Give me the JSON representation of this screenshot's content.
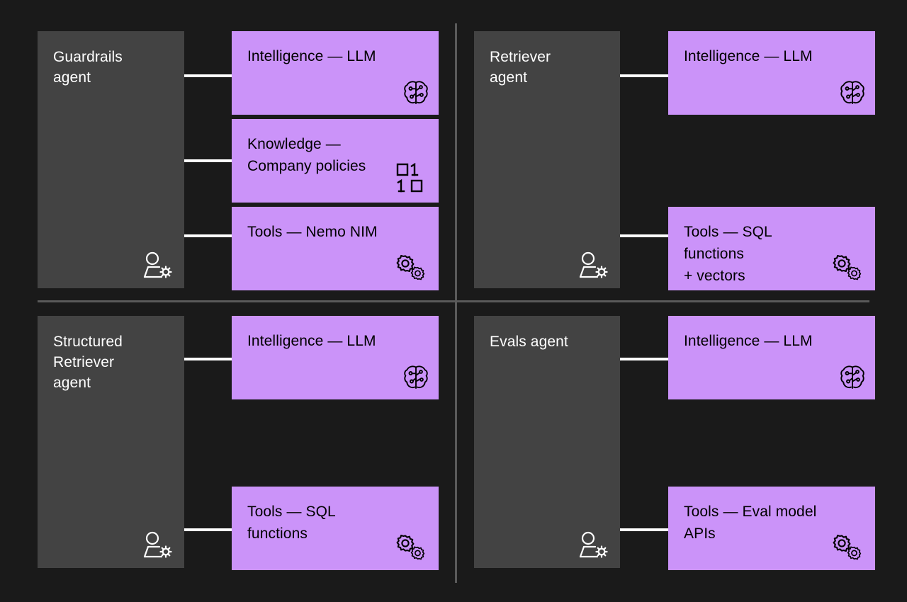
{
  "diagram": {
    "background_color": "#1a1a1a",
    "agent_box_color": "#434343",
    "card_color": "#cb93f9",
    "divider_color": "#5a5a5a",
    "connector_color": "#ffffff",
    "quadrants": [
      {
        "id": "guardrails",
        "agent": {
          "label": "Guardrails\nagent",
          "icon": "agent-user-gear-icon"
        },
        "cards": [
          {
            "label": "Intelligence — LLM",
            "icon": "brain-icon"
          },
          {
            "label": "Knowledge —\nCompany policies",
            "icon": "binary-data-icon"
          },
          {
            "label": "Tools — Nemo NIM",
            "icon": "gears-icon"
          }
        ]
      },
      {
        "id": "retriever",
        "agent": {
          "label": "Retriever\nagent",
          "icon": "agent-user-gear-icon"
        },
        "cards": [
          {
            "label": "Intelligence — LLM",
            "icon": "brain-icon"
          },
          {
            "label": "Tools — SQL functions\n+ vectors",
            "icon": "gears-icon"
          }
        ]
      },
      {
        "id": "structured-retriever",
        "agent": {
          "label": "Structured\nRetriever\nagent",
          "icon": "agent-user-gear-icon"
        },
        "cards": [
          {
            "label": "Intelligence — LLM",
            "icon": "brain-icon"
          },
          {
            "label": "Tools — SQL functions",
            "icon": "gears-icon"
          }
        ]
      },
      {
        "id": "evals",
        "agent": {
          "label": "Evals agent",
          "icon": "agent-user-gear-icon"
        },
        "cards": [
          {
            "label": "Intelligence — LLM",
            "icon": "brain-icon"
          },
          {
            "label": "Tools — Eval model\nAPIs",
            "icon": "gears-icon"
          }
        ]
      }
    ]
  }
}
